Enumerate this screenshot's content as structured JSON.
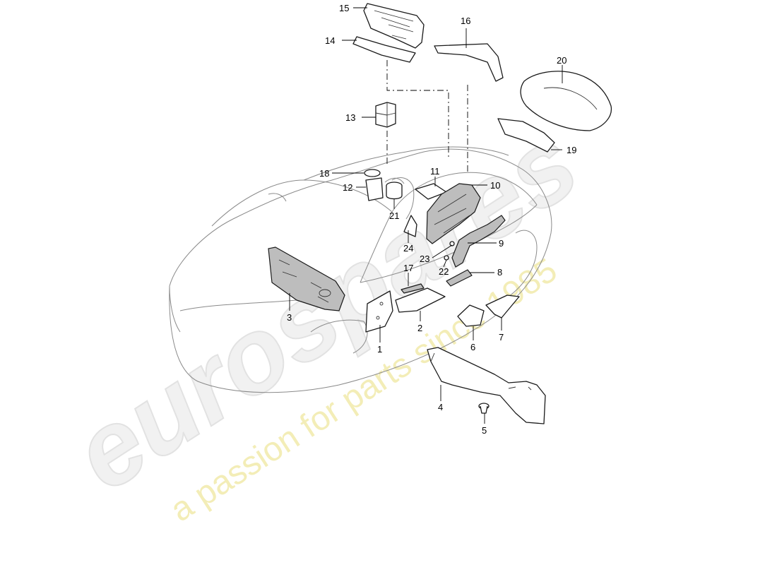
{
  "watermark": {
    "brand": "eurospares",
    "tagline": "a passion for parts since 1985"
  },
  "callouts": [
    {
      "id": "1",
      "label": "1"
    },
    {
      "id": "2",
      "label": "2"
    },
    {
      "id": "3",
      "label": "3"
    },
    {
      "id": "4",
      "label": "4"
    },
    {
      "id": "5",
      "label": "5"
    },
    {
      "id": "6",
      "label": "6"
    },
    {
      "id": "7",
      "label": "7"
    },
    {
      "id": "8",
      "label": "8"
    },
    {
      "id": "9",
      "label": "9"
    },
    {
      "id": "10",
      "label": "10"
    },
    {
      "id": "11",
      "label": "11"
    },
    {
      "id": "12",
      "label": "12"
    },
    {
      "id": "13",
      "label": "13"
    },
    {
      "id": "14",
      "label": "14"
    },
    {
      "id": "15",
      "label": "15"
    },
    {
      "id": "16",
      "label": "16"
    },
    {
      "id": "17",
      "label": "17"
    },
    {
      "id": "18",
      "label": "18"
    },
    {
      "id": "19",
      "label": "19"
    },
    {
      "id": "20",
      "label": "20"
    },
    {
      "id": "21",
      "label": "21"
    },
    {
      "id": "22",
      "label": "22"
    },
    {
      "id": "23",
      "label": "23"
    },
    {
      "id": "24",
      "label": "24"
    }
  ]
}
